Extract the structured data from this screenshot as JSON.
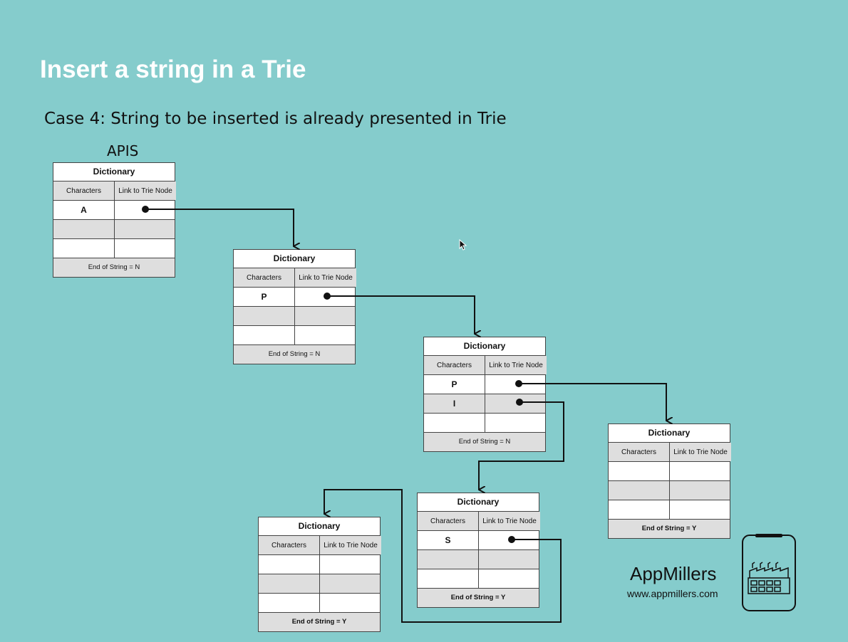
{
  "title": "Insert a string in a Trie",
  "subtitle": "Case 4: String to be inserted is already presented in Trie",
  "word": "APIS",
  "colors": {
    "background": "#85cccc",
    "title": "#ffffff",
    "cell_grey": "#dedede"
  },
  "nodes": [
    {
      "id": "node1",
      "title": "Dictionary",
      "col1": "Characters",
      "col2": "Link to Trie Node",
      "rows": [
        {
          "char": "A"
        },
        {
          "char": ""
        },
        {
          "char": ""
        }
      ],
      "end": "End of String = N"
    },
    {
      "id": "node2",
      "title": "Dictionary",
      "col1": "Characters",
      "col2": "Link to Trie Node",
      "rows": [
        {
          "char": "P"
        },
        {
          "char": ""
        },
        {
          "char": ""
        }
      ],
      "end": "End of String = N"
    },
    {
      "id": "node3",
      "title": "Dictionary",
      "col1": "Characters",
      "col2": "Link to Trie Node",
      "rows": [
        {
          "char": "P"
        },
        {
          "char": "I"
        },
        {
          "char": ""
        }
      ],
      "end": "End of String = N"
    },
    {
      "id": "node4",
      "title": "Dictionary",
      "col1": "Characters",
      "col2": "Link to Trie Node",
      "rows": [
        {
          "char": ""
        },
        {
          "char": ""
        },
        {
          "char": ""
        }
      ],
      "end": "End of String = Y"
    },
    {
      "id": "node5",
      "title": "Dictionary",
      "col1": "Characters",
      "col2": "Link to Trie Node",
      "rows": [
        {
          "char": "S"
        },
        {
          "char": ""
        },
        {
          "char": ""
        }
      ],
      "end": "End of String = Y"
    },
    {
      "id": "node6",
      "title": "Dictionary",
      "col1": "Characters",
      "col2": "Link to Trie Node",
      "rows": [
        {
          "char": ""
        },
        {
          "char": ""
        },
        {
          "char": ""
        }
      ],
      "end": "End of String = Y"
    }
  ],
  "brand": {
    "name": "AppMillers",
    "url": "www.appmillers.com",
    "logo_icon": "factory-phone-icon"
  }
}
